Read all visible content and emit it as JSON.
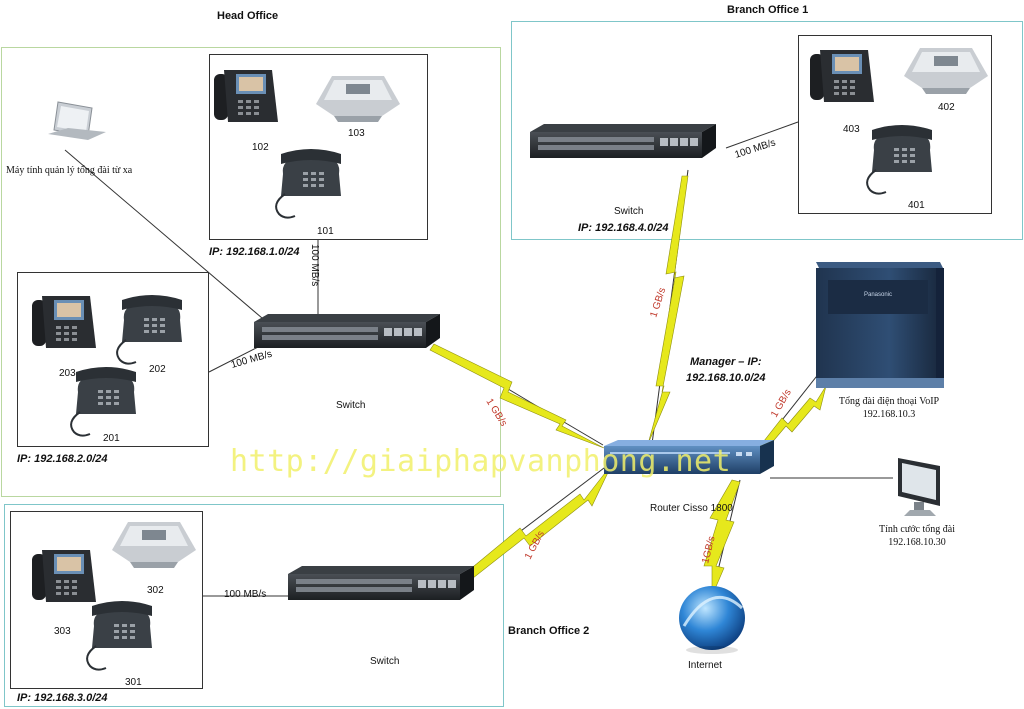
{
  "colors": {
    "head_office_border": "#b9d7a0",
    "branch_border": "#7fc6c9",
    "device_box_border": "#333333",
    "wan_link": "#e6e81c",
    "wan_link_outline": "#9a9a10",
    "wan_label": "#c0392b",
    "lan_line": "#333333"
  },
  "head_office": {
    "title": "Head Office",
    "phone_group_1": {
      "ip": "IP: 192.168.1.0/24",
      "ext_a": "102",
      "ext_b": "103",
      "ext_c": "101"
    },
    "phone_group_2": {
      "ip": "IP: 192.168.2.0/24",
      "ext_a": "203",
      "ext_b": "202",
      "ext_c": "201"
    },
    "switch_label": "Switch",
    "remote_pc_label": "Máy tính quản lý tổng đài từ xa",
    "link_up": "100 MB/s",
    "link_left": "100 MB/s"
  },
  "branch_office_1": {
    "title": "Branch Office 1",
    "switch_label": "Switch",
    "ip": "IP: 192.168.4.0/24",
    "ext_a": "403",
    "ext_b": "402",
    "ext_c": "401",
    "link": "100 MB/s"
  },
  "branch_office_2": {
    "title": "Branch Office 2",
    "switch_label": "Switch",
    "ip": "IP: 192.168.3.0/24",
    "ext_a": "303",
    "ext_b": "302",
    "ext_c": "301",
    "link": "100 MB/s"
  },
  "manager": {
    "title": "Manager – IP:",
    "ip": "192.168.10.0/24"
  },
  "router": {
    "label": "Router Cisso 1800"
  },
  "pbx": {
    "label": "Tổng đài điện thoại VoIP",
    "ip": "192.168.10.3",
    "brand": "Panasonic"
  },
  "billing_pc": {
    "label": "Tính cước tổng đài",
    "ip": "192.168.10.30"
  },
  "internet": {
    "label": "Internet"
  },
  "wan_links": {
    "branch1": "1 GB/s",
    "head": "1 GB/s",
    "branch2": "1 GB/s",
    "pbx": "1 GB/s",
    "internet": "1GB/s"
  },
  "watermark": "http://giaiphapvanphong.net"
}
